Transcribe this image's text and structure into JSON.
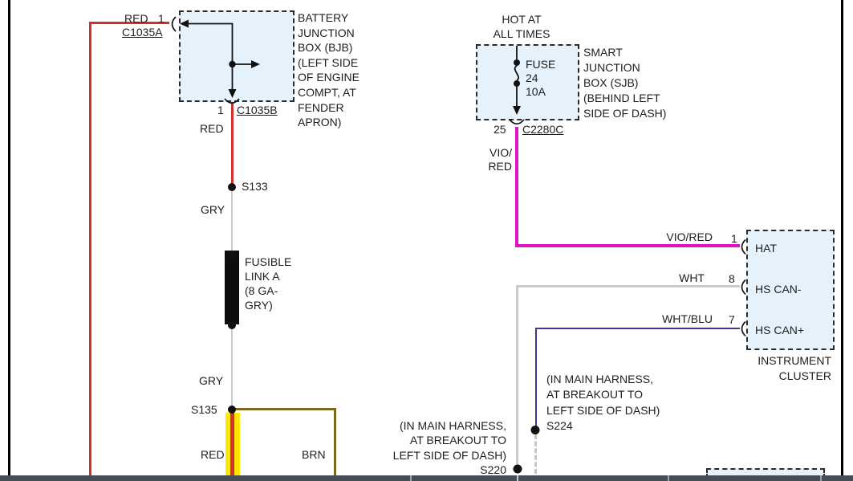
{
  "colors": {
    "wire_red": "#D2302C",
    "wire_gray": "#C9CCCD",
    "wire_brown": "#7C671D",
    "wire_violet_red": "#E112C2",
    "wire_white_blue": "#3C3B92",
    "highlight_yellow": "#FFE606",
    "box_fill": "#E6F2FB",
    "bottom_bar": "#454D57"
  },
  "bjb": {
    "in_wire_label": "RED",
    "in_pin": "1",
    "in_connector": "C1035A",
    "out_pin": "1",
    "out_connector": "C1035B",
    "out_wire_label": "RED",
    "description": "BATTERY\nJUNCTION\nBOX (BJB)\n(LEFT SIDE\nOF ENGINE\nCOMPT, AT\nFENDER\nAPRON)"
  },
  "left_branch": {
    "splice_1": "S133",
    "wire_upper": "GRY",
    "fusible_link": "FUSIBLE\nLINK A\n(8 GA-\nGRY)",
    "wire_lower": "GRY",
    "splice_2": "S135",
    "down_wire": "RED",
    "branch_wire": "BRN"
  },
  "sjb": {
    "hot_label": "HOT AT\nALL TIMES",
    "fuse_label": "FUSE\n24\n10A",
    "description": "SMART\nJUNCTION\nBOX (SJB)\n(BEHIND LEFT\nSIDE OF DASH)",
    "out_pin": "25",
    "out_connector": "C2280C",
    "out_wire_label": "VIO/\nRED"
  },
  "cluster": {
    "title": "INSTRUMENT\nCLUSTER",
    "pins": [
      {
        "wire": "VIO/RED",
        "pin": "1",
        "label": "HAT"
      },
      {
        "wire": "WHT",
        "pin": "8",
        "label": "HS CAN-"
      },
      {
        "wire": "WHT/BLU",
        "pin": "7",
        "label": "HS CAN+"
      }
    ]
  },
  "splices": {
    "s220_note": "(IN MAIN HARNESS,\nAT BREAKOUT TO\nLEFT SIDE OF DASH)\nS220",
    "s224_note": "(IN MAIN HARNESS,\nAT BREAKOUT TO\nLEFT SIDE OF DASH)\nS224"
  }
}
